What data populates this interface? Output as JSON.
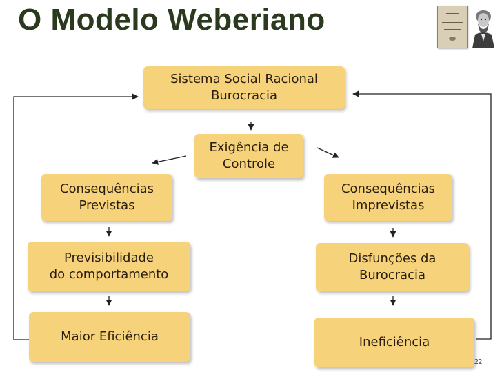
{
  "title": "O Modelo Weberiano",
  "nodes": {
    "sistema": {
      "line1": "Sistema Social Racional",
      "line2": "Burocracia"
    },
    "exigencia": {
      "line1": "Exigência de",
      "line2": "Controle"
    },
    "consequencias_previstas": {
      "line1": "Consequências",
      "line2": "Previstas"
    },
    "consequencias_imprevistas": {
      "line1": "Consequências",
      "line2": "Imprevistas"
    },
    "previsibilidade": {
      "line1": "Previsibilidade",
      "line2": "do comportamento"
    },
    "disfuncoes": {
      "line1": "Disfunções da",
      "line2": "Burocracia"
    },
    "maior_eficiencia": {
      "line1": "Maior Eficiência"
    },
    "ineficiencia": {
      "line1": "Ineficiência"
    }
  },
  "page_number": "22"
}
